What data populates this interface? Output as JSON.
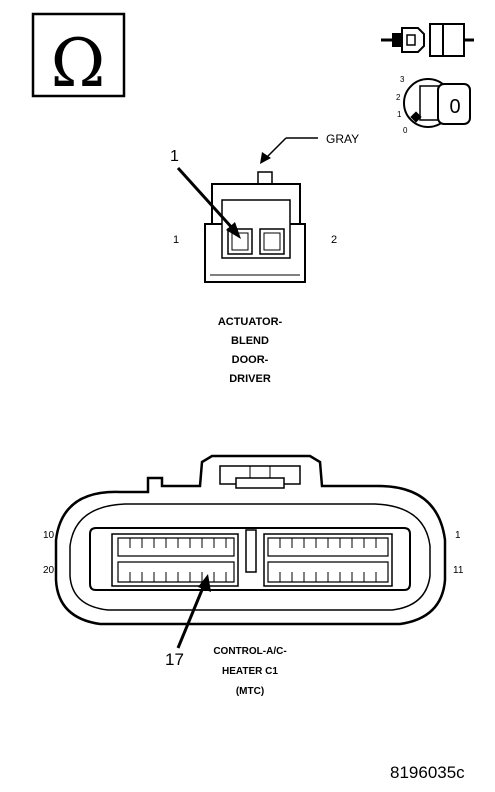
{
  "top_icons": {
    "ohm_symbol": "Ω",
    "key_position_labels": [
      "3",
      "2",
      "1",
      "0"
    ],
    "key_display": "0"
  },
  "connector_a": {
    "wire_color_label": "GRAY",
    "callout_number": "1",
    "pin_labels": [
      "1",
      "2"
    ],
    "title_lines": [
      "ACTUATOR-",
      "BLEND",
      "DOOR-",
      "DRIVER"
    ]
  },
  "connector_b": {
    "pin_labels_left": [
      "10",
      "20"
    ],
    "pin_labels_right": [
      "1",
      "11"
    ],
    "callout_number": "17",
    "title_lines": [
      "CONTROL-A/C-",
      "HEATER C1",
      "(MTC)"
    ]
  },
  "figure_id": "8196035c"
}
